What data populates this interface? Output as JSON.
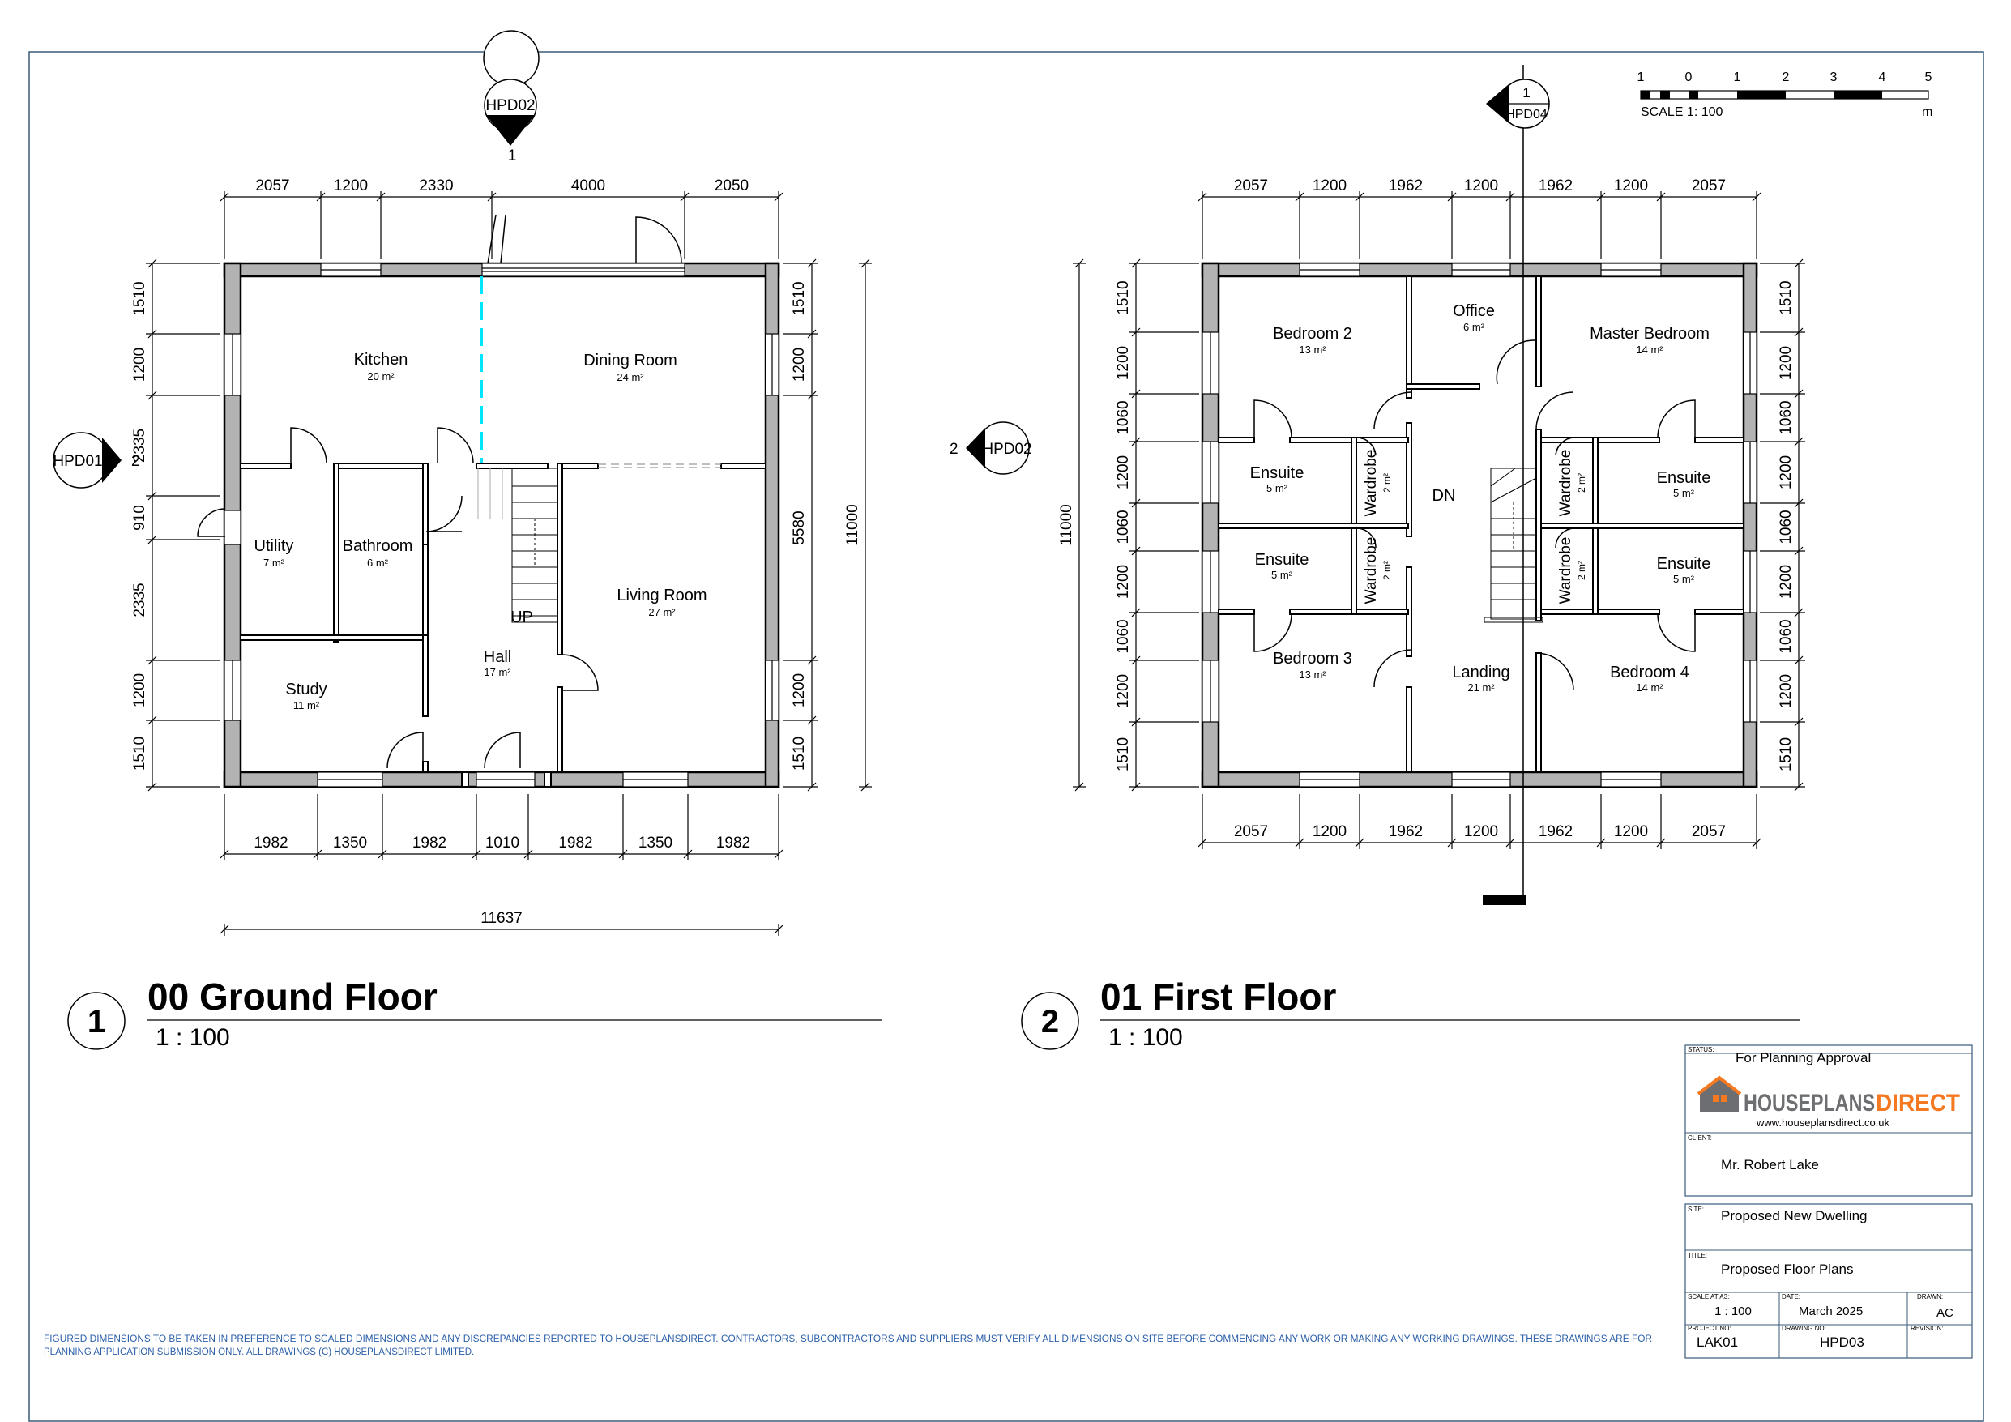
{
  "ground": {
    "title_number": "1",
    "title": "00 Ground Floor",
    "scale": "1 : 100",
    "dims_top": [
      "2057",
      "1200",
      "2330",
      "4000",
      "2050"
    ],
    "dims_bottom": [
      "1982",
      "1350",
      "1982",
      "1010",
      "1982",
      "1350",
      "1982"
    ],
    "dim_total": "11637",
    "dims_left": [
      "1510",
      "1200",
      "2335",
      "910",
      "2335",
      "1200",
      "1510"
    ],
    "dims_right": [
      "1510",
      "1200",
      "5580",
      "1200",
      "1510"
    ],
    "dim_overall": "11000",
    "rooms": [
      {
        "name": "Kitchen",
        "area": "20 m²"
      },
      {
        "name": "Dining Room",
        "area": "24 m²"
      },
      {
        "name": "Utility",
        "area": "7 m²"
      },
      {
        "name": "Bathroom",
        "area": "6 m²"
      },
      {
        "name": "Hall",
        "area": "17 m²"
      },
      {
        "name": "Living Room",
        "area": "27 m²"
      },
      {
        "name": "Study",
        "area": "11 m²"
      }
    ],
    "stair_label": "UP",
    "section_top": {
      "code": "HPD02",
      "num": "1"
    },
    "section_left": {
      "code": "HPD01",
      "num": "2"
    }
  },
  "first": {
    "title_number": "2",
    "title": "01 First Floor",
    "scale": "1 : 100",
    "dims_top": [
      "2057",
      "1200",
      "1962",
      "1200",
      "1962",
      "1200",
      "2057"
    ],
    "dims_bottom": [
      "2057",
      "1200",
      "1962",
      "1200",
      "1962",
      "1200",
      "2057"
    ],
    "dims_left": [
      "1510",
      "1200",
      "1060",
      "1200",
      "1060",
      "1200",
      "1060",
      "1200",
      "1510"
    ],
    "dims_right": [
      "1510",
      "1200",
      "1060",
      "1200",
      "1060",
      "1200",
      "1060",
      "1200",
      "1510"
    ],
    "dim_overall": "11000",
    "rooms": [
      {
        "name": "Bedroom 2",
        "area": "13 m²"
      },
      {
        "name": "Office",
        "area": "6 m²"
      },
      {
        "name": "Master Bedroom",
        "area": "14 m²"
      },
      {
        "name": "Ensuite",
        "area": "5 m²"
      },
      {
        "name": "Ensuite",
        "area": "5 m²"
      },
      {
        "name": "Ensuite",
        "area": "5 m²"
      },
      {
        "name": "Ensuite",
        "area": "5 m²"
      },
      {
        "name": "Bedroom 3",
        "area": "13 m²"
      },
      {
        "name": "Landing",
        "area": "21 m²"
      },
      {
        "name": "Bedroom 4",
        "area": "14 m²"
      }
    ],
    "wardrobes": [
      {
        "name": "Wardrobe",
        "area": "2 m²"
      },
      {
        "name": "Wardrobe",
        "area": "2 m²"
      },
      {
        "name": "Wardrobe",
        "area": "2 m²"
      },
      {
        "name": "Wardrobe",
        "area": "2 m²"
      }
    ],
    "stair_label": "DN",
    "section_top": {
      "num": "1",
      "code": "HPD04"
    },
    "section_left": {
      "num": "2",
      "code": "HPD02"
    }
  },
  "scale_bar": {
    "ticks": [
      "1",
      "0",
      "1",
      "2",
      "3",
      "4",
      "5"
    ],
    "label": "SCALE 1:  100",
    "unit": "m"
  },
  "title_block": {
    "status_label": "STATUS:",
    "status": "For Planning Approval",
    "logo_text_a": "HOUSEPLANS",
    "logo_text_b": "DIRECT",
    "website": "www.houseplansdirect.co.uk",
    "client_label": "CLIENT:",
    "client": "Mr. Robert Lake",
    "site_label": "SITE:",
    "site": "Proposed New Dwelling",
    "title_label": "TITLE:",
    "title": "Proposed Floor Plans",
    "scale_label": "SCALE AT A3:",
    "scale": "1 : 100",
    "date_label": "DATE:",
    "date": "March 2025",
    "drawn_label": "DRAWN:",
    "drawn": "AC",
    "project_label": "PROJECT NO:",
    "project": "LAK01",
    "drawing_label": "DRAWING NO:",
    "drawing": "HPD03",
    "revision_label": "REVISION:"
  },
  "disclaimer": [
    "FIGURED DIMENSIONS TO BE TAKEN IN PREFERENCE TO SCALED DIMENSIONS AND ANY DISCREPANCIES REPORTED TO HOUSEPLANSDIRECT. CONTRACTORS, SUBCONTRACTORS AND SUPPLIERS MUST VERIFY ALL DIMENSIONS ON SITE BEFORE COMMENCING ANY WORK OR MAKING ANY WORKING DRAWINGS. THESE DRAWINGS ARE FOR",
    "PLANNING APPLICATION SUBMISSION ONLY. ALL DRAWINGS (C) HOUSEPLANSDIRECT LIMITED."
  ],
  "colors": {
    "wall": "#b3b3b3",
    "line": "#000000",
    "opening": "#00e5ff",
    "logo_orange": "#f47920",
    "logo_grey": "#6d6e71",
    "disclaimer": "#2b5fa8"
  }
}
